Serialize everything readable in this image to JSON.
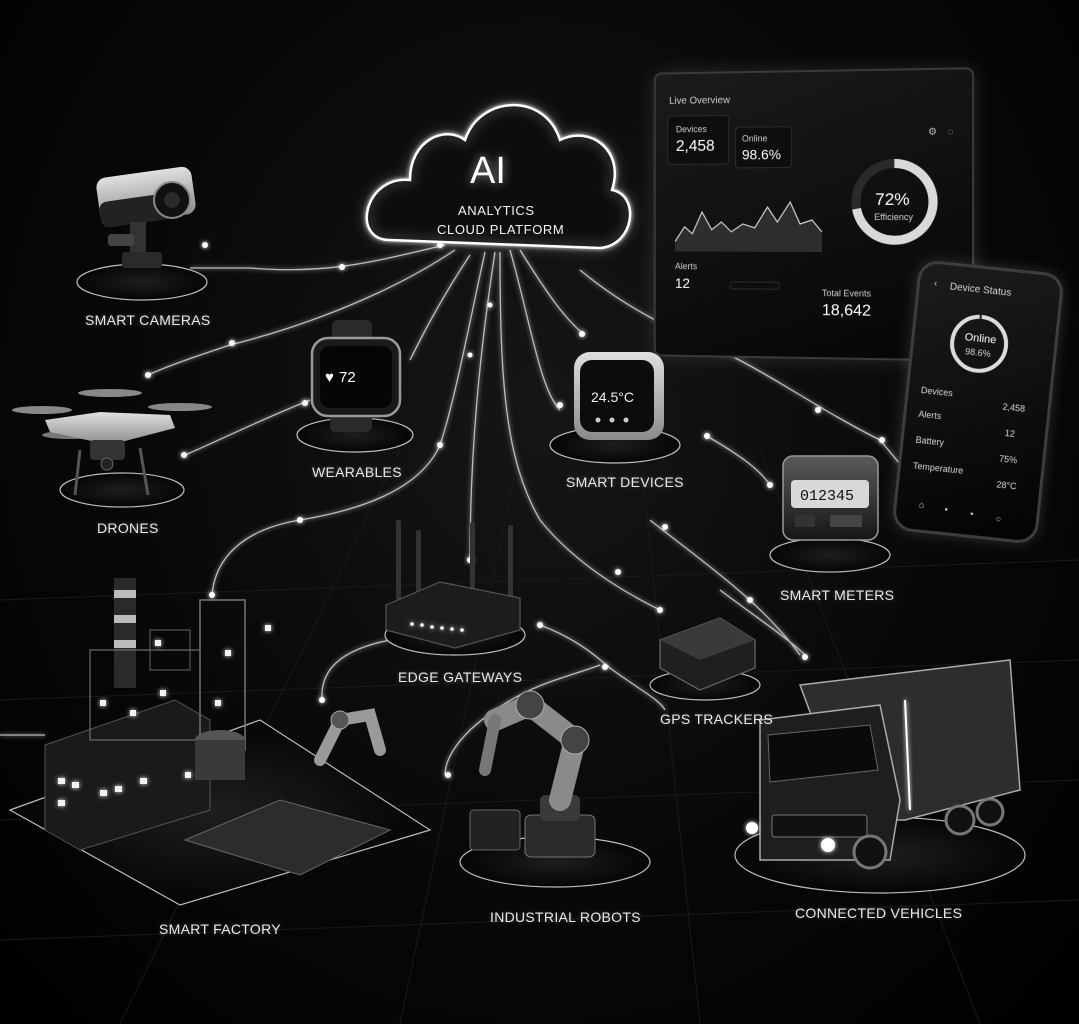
{
  "cloud": {
    "title": "AI",
    "line1": "ANALYTICS",
    "line2": "CLOUD PLATFORM"
  },
  "labels": {
    "smart_cameras": "SMART CAMERAS",
    "drones": "DRONES",
    "wearables": "WEARABLES",
    "smart_devices": "SMART DEVICES",
    "smart_meters": "SMART METERS",
    "edge_gateways": "EDGE GATEWAYS",
    "gps_trackers": "GPS TRACKERS",
    "smart_factory": "SMART FACTORY",
    "industrial_robots": "INDUSTRIAL ROBOTS",
    "connected_vehicles": "CONNECTED VEHICLES"
  },
  "watch": {
    "heart_rate": "72"
  },
  "thermostat": {
    "temperature": "24.5°C"
  },
  "meter": {
    "reading": "012345"
  },
  "dashboard": {
    "title": "Live Overview",
    "devices_label": "Devices",
    "devices_value": "2,458",
    "online_label": "Online",
    "online_value": "98.6%",
    "efficiency_value": "72%",
    "efficiency_label": "Efficiency",
    "efficiency_fraction": 0.72,
    "alerts_label": "Alerts",
    "alerts_value": "12",
    "events_label": "Total Events",
    "events_value": "18,642"
  },
  "phone": {
    "title": "Device Status",
    "online_label": "Online",
    "online_value": "98.6%",
    "rows": [
      {
        "label": "Devices",
        "value": "2,458"
      },
      {
        "label": "Alerts",
        "value": "12"
      },
      {
        "label": "Battery",
        "value": "75%"
      },
      {
        "label": "Temperature",
        "value": "28°C"
      }
    ]
  },
  "colors": {
    "background": "#000000",
    "line": "#d8d8d8",
    "glow": "#ffffff"
  }
}
